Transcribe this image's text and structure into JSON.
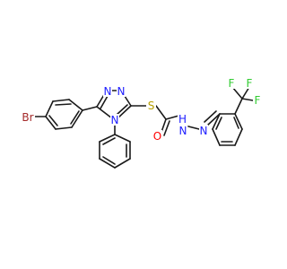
{
  "atoms": {
    "br": {
      "text": "Br",
      "color": "#a52a2a"
    },
    "n_ring_top_left": {
      "text": "N",
      "color": "#2020ff"
    },
    "n_ring_top_right": {
      "text": "N",
      "color": "#2020ff"
    },
    "n_ring_phenyl": {
      "text": "N",
      "color": "#2020ff"
    },
    "s_thioether": {
      "text": "S",
      "color": "#b8a000"
    },
    "o_carbonyl": {
      "text": "O",
      "color": "#ff0000"
    },
    "nh_hydrazide": {
      "text": "H",
      "color": "#2020ff"
    },
    "n_hydrazide": {
      "text": "N",
      "color": "#2020ff"
    },
    "n_imine": {
      "text": "N",
      "color": "#2020ff"
    },
    "f_top_left": {
      "text": "F",
      "color": "#33cc33"
    },
    "f_top_right": {
      "text": "F",
      "color": "#33cc33"
    },
    "f_right": {
      "text": "F",
      "color": "#33cc33"
    }
  }
}
